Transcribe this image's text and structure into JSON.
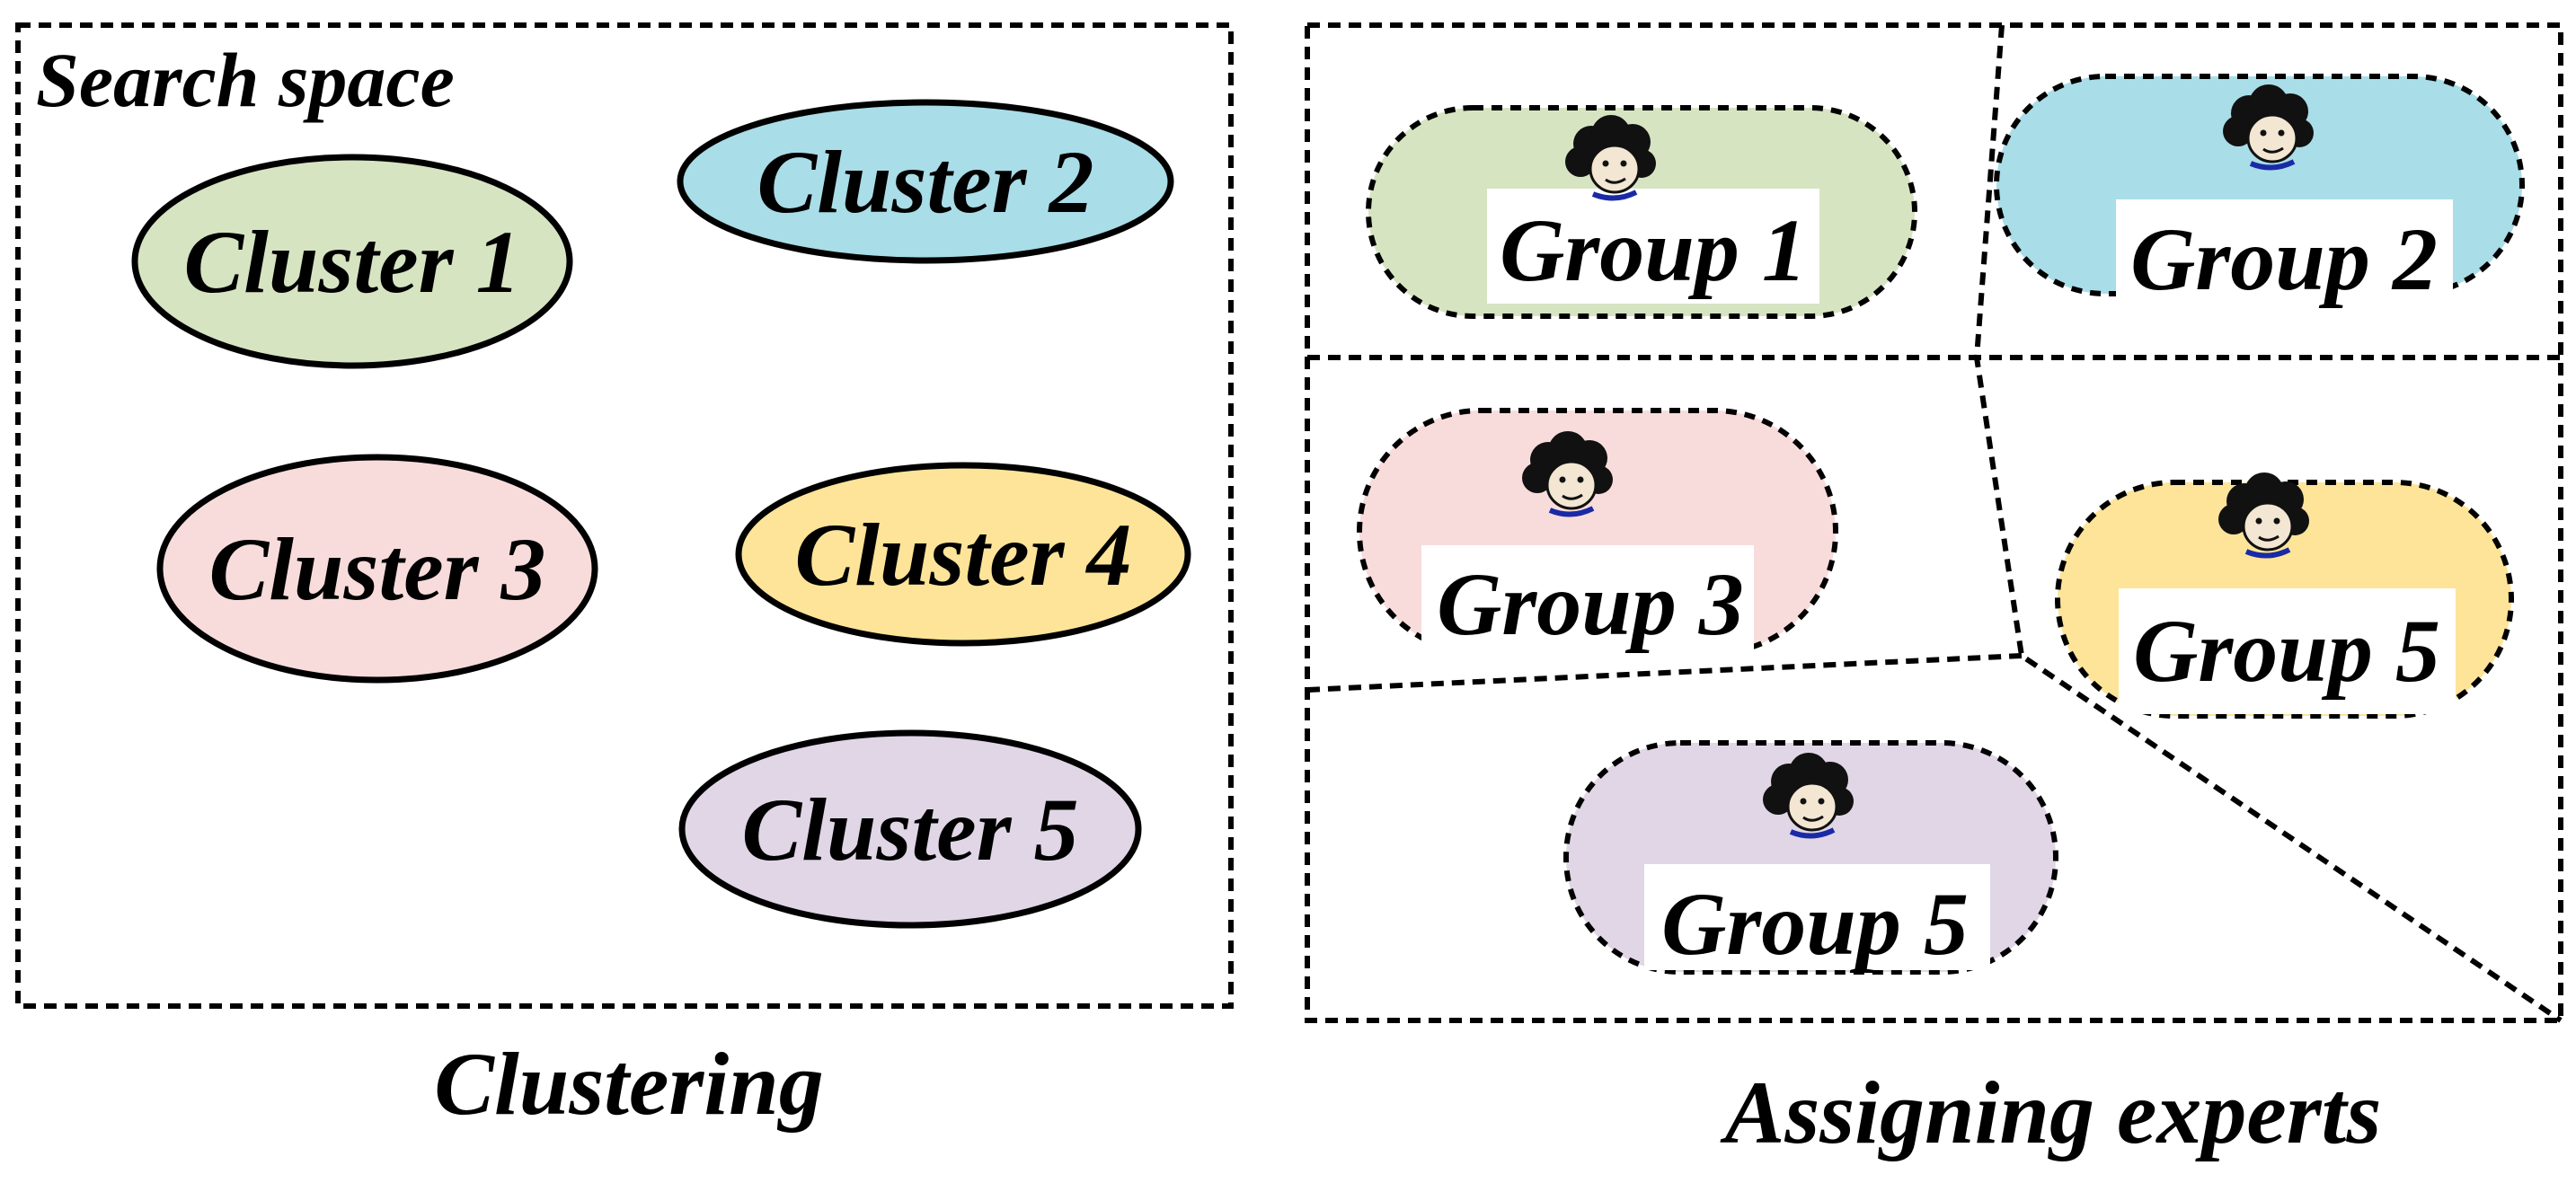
{
  "left_panel": {
    "title": "Search space",
    "caption": "Clustering",
    "clusters": [
      {
        "label": "Cluster 1",
        "color": "#d6e4c2"
      },
      {
        "label": "Cluster 2",
        "color": "#a9dde8"
      },
      {
        "label": "Cluster 3",
        "color": "#f8dcdb"
      },
      {
        "label": "Cluster 4",
        "color": "#fde499"
      },
      {
        "label": "Cluster 5",
        "color": "#e0d6e6"
      }
    ]
  },
  "right_panel": {
    "caption": "Assigning experts",
    "groups": [
      {
        "label": "Group 1",
        "color": "#d6e4c2",
        "icon": "expert-face-icon"
      },
      {
        "label": "Group 2",
        "color": "#a9dde8",
        "icon": "expert-face-icon"
      },
      {
        "label": "Group 3",
        "color": "#f8dcdb",
        "icon": "expert-face-icon"
      },
      {
        "label": "Group 5",
        "color": "#fde499",
        "icon": "expert-face-icon"
      },
      {
        "label": "Group 5",
        "color": "#e0d6e6",
        "icon": "expert-face-icon"
      }
    ]
  }
}
